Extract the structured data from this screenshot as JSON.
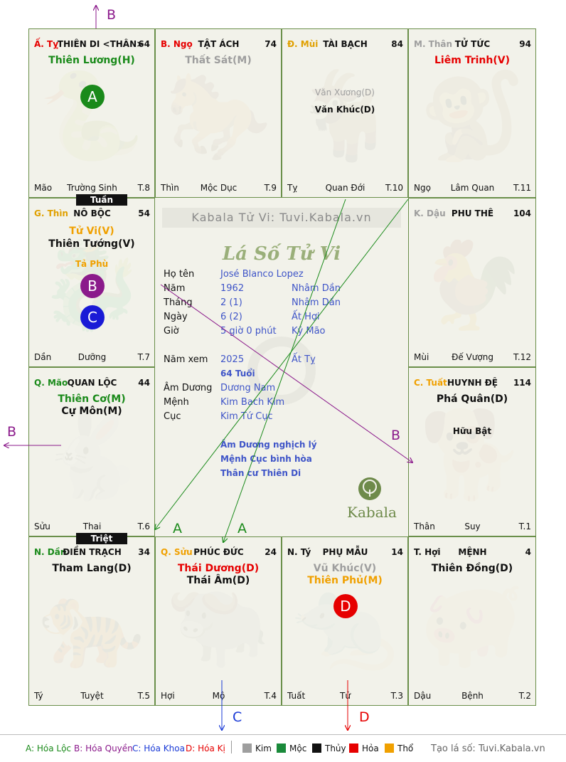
{
  "colors": {
    "loc": "#1a8a1a",
    "quyen": "#8b1a8b",
    "khoa": "#1a3ad6",
    "ki": "#e60000",
    "kim": "#9e9e9e",
    "moc": "#1a8a3a",
    "thuy": "#111111",
    "hoa": "#e60000",
    "tho": "#f0a000"
  },
  "cells": {
    "ty_top": {
      "can": "Ấ. Tỵ",
      "name": "THIÊN DI <THÂN>",
      "age": "64",
      "star1": "Thiên Lương(H)",
      "bl": "Mão",
      "bc": "Trường Sinh",
      "br": "T.8"
    },
    "ngo": {
      "can": "B. Ngọ",
      "name": "TẬT ÁCH",
      "age": "74",
      "star1": "Thất Sát(M)",
      "bl": "Thìn",
      "bc": "Mộc Dục",
      "br": "T.9"
    },
    "mui": {
      "can": "Đ. Mùi",
      "name": "TÀI BẠCH",
      "age": "84",
      "s1": "Văn Xương(D)",
      "s2": "Văn Khúc(D)",
      "bl": "Tỵ",
      "bc": "Quan Đới",
      "br": "T.10"
    },
    "than_top": {
      "can": "M. Thân",
      "name": "TỬ TỨC",
      "age": "94",
      "star1": "Liêm Trinh(V)",
      "bl": "Ngọ",
      "bc": "Lâm Quan",
      "br": "T.11"
    },
    "thin": {
      "can": "G. Thìn",
      "name": "NÔ BỘC",
      "age": "54",
      "star1": "Tử Vi(V)",
      "star2": "Thiên Tướng(V)",
      "s3": "Tả Phù",
      "bl": "Dần",
      "bc": "Dưỡng",
      "br": "T.7"
    },
    "dau": {
      "can": "K. Dậu",
      "name": "PHU THÊ",
      "age": "104",
      "bl": "Mùi",
      "bc": "Đế Vượng",
      "br": "T.12"
    },
    "mao": {
      "can": "Q. Mão",
      "name": "QUAN LỘC",
      "age": "44",
      "star1": "Thiên Cơ(M)",
      "star2": "Cự Môn(M)",
      "bl": "Sửu",
      "bc": "Thai",
      "br": "T.6"
    },
    "tuat": {
      "can": "C. Tuất",
      "name": "HUYNH ĐỆ",
      "age": "114",
      "star1": "Phá Quân(D)",
      "s2": "Hữu Bật",
      "bl": "Thân",
      "bc": "Suy",
      "br": "T.1"
    },
    "dan": {
      "can": "N. Dần",
      "name": "ĐIỀN TRẠCH",
      "age": "34",
      "star1": "Tham Lang(D)",
      "bl": "Tý",
      "bc": "Tuyệt",
      "br": "T.5"
    },
    "suu": {
      "can": "Q. Sửu",
      "name": "PHÚC ĐỨC",
      "age": "24",
      "star1": "Thái Dương(D)",
      "star2": "Thái Âm(D)",
      "bl": "Hợi",
      "bc": "Mộ",
      "br": "T.4"
    },
    "ty_bot": {
      "can": "N. Tý",
      "name": "PHỤ MẪU",
      "age": "14",
      "star1": "Vũ Khúc(V)",
      "star2": "Thiên Phủ(M)",
      "bl": "Tuất",
      "bc": "Tử",
      "br": "T.3"
    },
    "hoi": {
      "can": "T. Hợi",
      "name": "MỆNH",
      "age": "4",
      "star1": "Thiên Đồng(D)",
      "bl": "Dậu",
      "bc": "Bệnh",
      "br": "T.2"
    }
  },
  "badges": {
    "tuan": "Tuần",
    "triet": "Triệt"
  },
  "circles": {
    "a": "A",
    "b": "B",
    "c": "C",
    "d": "D"
  },
  "center": {
    "site": "Kabala Tử Vi: Tuvi.Kabala.vn",
    "title": "Lá Số Tử Vi",
    "rows": [
      {
        "label": "Họ tên",
        "v1": "José Blanco Lopez",
        "v2": ""
      },
      {
        "label": "Năm",
        "v1": "1962",
        "v2": "Nhâm Dần"
      },
      {
        "label": "Tháng",
        "v1": "2  (1)",
        "v2": "Nhâm Dần"
      },
      {
        "label": "Ngày",
        "v1": "6  (2)",
        "v2": "Ất Hợi"
      },
      {
        "label": "Giờ",
        "v1": "5 giờ 0 phút",
        "v2": "Kỷ Mão"
      }
    ],
    "namxem": {
      "label": "Năm xem",
      "v1": "2025",
      "v2": "Ất Tỵ"
    },
    "tuoi": "64 Tuổi",
    "rows2": [
      {
        "label": "Âm Dương",
        "v1": "Dương Nam"
      },
      {
        "label": "Mệnh",
        "v1": "Kim Bạch Kim"
      },
      {
        "label": "Cục",
        "v1": "Kim Tứ Cục"
      }
    ],
    "notes": [
      "Âm Dương nghịch lý",
      "Mệnh Cục bình hòa",
      "Thân cư Thiên Di"
    ],
    "logo": "Kabala"
  },
  "arrows": {
    "top": "B",
    "left": "B",
    "diag": "B",
    "a1": "A",
    "a2": "A",
    "bottom_c": "C",
    "bottom_d": "D"
  },
  "legend": {
    "a": "A: Hóa Lộc",
    "b": "B: Hóa Quyền",
    "c": "C: Hóa Khoa",
    "d": "D: Hóa Kị",
    "kim": "Kim",
    "moc": "Mộc",
    "thuy": "Thủy",
    "hoa": "Hỏa",
    "tho": "Thổ",
    "site": "Tạo lá số: Tuvi.Kabala.vn"
  }
}
